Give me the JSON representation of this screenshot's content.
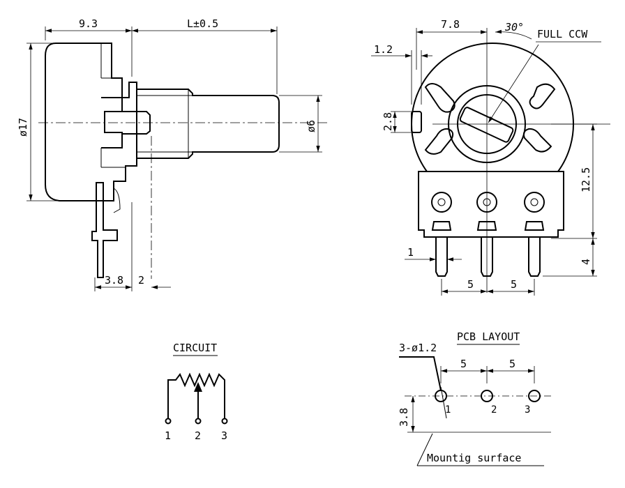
{
  "side_view": {
    "dim_width": "9.3",
    "dim_length": "L±0.5",
    "dim_diameter": "ø17",
    "dim_shaft": "ø6",
    "dim_pin_offset": "3.8",
    "dim_pin_gap": "2"
  },
  "front_view": {
    "dim_offset": "1.2",
    "dim_width": "7.8",
    "dim_angle": "30°",
    "label_rotation": "FULL CCW",
    "dim_slot": "2.8",
    "dim_height": "12.5",
    "dim_pin_width": "1",
    "dim_pin_length": "4",
    "dim_pitch_1": "5",
    "dim_pitch_2": "5"
  },
  "circuit": {
    "title": "CIRCUIT",
    "pins": [
      "1",
      "2",
      "3"
    ]
  },
  "pcb_layout": {
    "title": "PCB LAYOUT",
    "hole_spec": "3-ø1.2",
    "dim_pitch_1": "5",
    "dim_pitch_2": "5",
    "dim_offset": "3.8",
    "pins": [
      "1",
      "2",
      "3"
    ],
    "surface_label": "Mountig surface"
  }
}
